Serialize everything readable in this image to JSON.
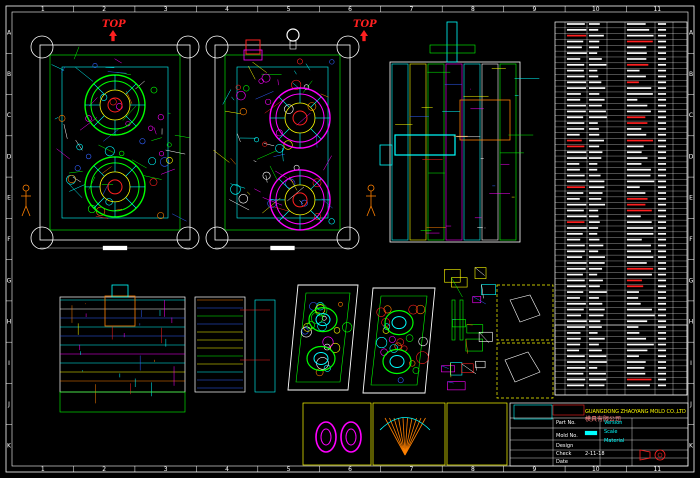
{
  "drawing": {
    "top_labels": [
      "TOP",
      "TOP"
    ],
    "col_numbers": [
      "1",
      "2",
      "3",
      "4",
      "5",
      "6",
      "7",
      "8",
      "9",
      "10",
      "11"
    ],
    "row_letters": [
      "A",
      "B",
      "C",
      "D",
      "E",
      "F",
      "G",
      "H",
      "I",
      "J",
      "K"
    ],
    "title_block": {
      "company_en": "GUANGDONG ZHAOYANG MOLD CO.,LTD",
      "company_cn": "模具有限公司",
      "part_no_label": "Part No.",
      "mold_no_label": "Mold No.",
      "design_label": "Design",
      "check_label": "Check",
      "date_label": "Date",
      "date_value": "2-11-18",
      "version_label": "Version",
      "scale_label": "Scale",
      "material_label": "Material"
    },
    "colors": {
      "background": "#000000",
      "frame": "#ffffff",
      "cyan": "#00ffff",
      "magenta": "#ff00ff",
      "yellow": "#ffff00",
      "green": "#00ff00",
      "red": "#ff2020",
      "blue": "#3060ff"
    }
  }
}
